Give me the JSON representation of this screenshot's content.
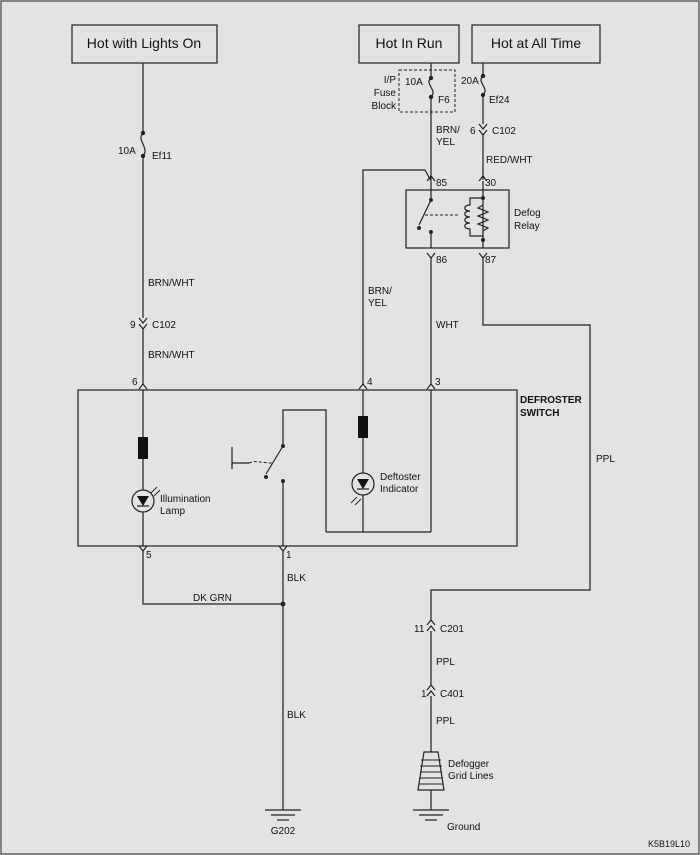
{
  "sources": {
    "lights_on": "Hot with Lights On",
    "run": "Hot In Run",
    "all_time": "Hot at All Time"
  },
  "fuses": {
    "ef11_rating": "10A",
    "ef11_name": "Ef11",
    "f6_rating": "10A",
    "f6_name": "F6",
    "ef24_rating": "20A",
    "ef24_name": "Ef24",
    "fuse_block_l1": "I/P",
    "fuse_block_l2": "Fuse",
    "fuse_block_l3": "Block"
  },
  "wires": {
    "brn_wht_1": "BRN/WHT",
    "brn_wht_2": "BRN/WHT",
    "brn_yel_1a": "BRN/",
    "brn_yel_1b": "YEL",
    "brn_yel_2a": "BRN/",
    "brn_yel_2b": "YEL",
    "red_wht": "RED/WHT",
    "wht": "WHT",
    "ppl_1": "PPL",
    "ppl_2": "PPL",
    "ppl_3": "PPL",
    "blk_1": "BLK",
    "blk_2": "BLK",
    "dk_grn": "DK GRN"
  },
  "connectors": {
    "c102_top_pin": "6",
    "c102_top": "C102",
    "c102_left_pin": "9",
    "c102_left": "C102",
    "c201_pin": "11",
    "c201": "C201",
    "c401_pin": "1",
    "c401": "C401"
  },
  "relay": {
    "name_l1": "Defog",
    "name_l2": "Relay",
    "pin85": "85",
    "pin30": "30",
    "pin86": "86",
    "pin87": "87"
  },
  "switch": {
    "title_l1": "DEFROSTER",
    "title_l2": "SWITCH",
    "pin6": "6",
    "pin4": "4",
    "pin3": "3",
    "pin5": "5",
    "pin1": "1",
    "illum_l1": "Illumination",
    "illum_l2": "Lamp",
    "ind_l1": "Deftoster",
    "ind_l2": "Indicator"
  },
  "load": {
    "grid_l1": "Defogger",
    "grid_l2": "Grid Lines"
  },
  "grounds": {
    "g202": "G202",
    "ground": "Ground"
  },
  "figure_id": "K5B19L10"
}
